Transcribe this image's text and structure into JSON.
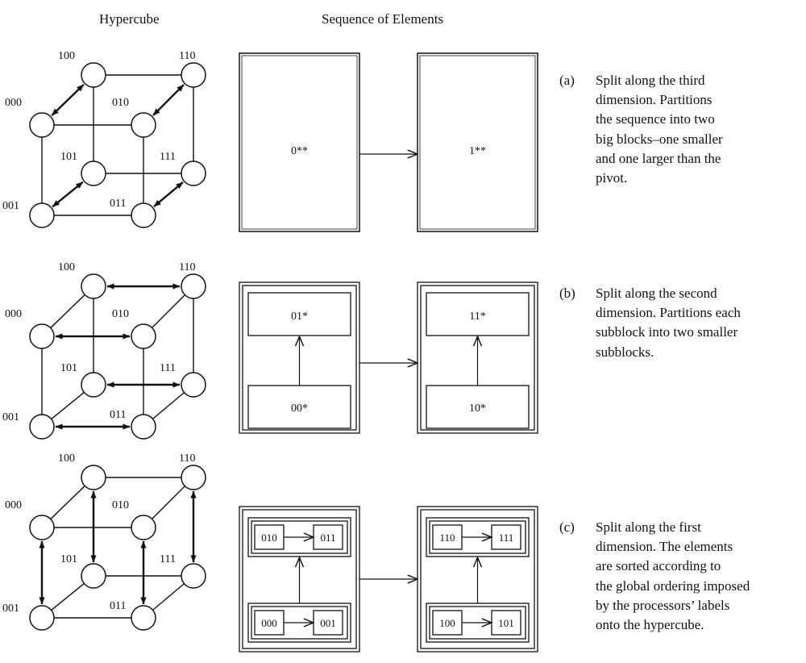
{
  "headers": {
    "hypercube": "Hypercube",
    "sequence": "Sequence of Elements"
  },
  "panels": [
    {
      "id": "a",
      "tag": "(a)",
      "description": [
        "Split along the third",
        "dimension. Partitions",
        "the sequence into two",
        "big blocks–one smaller",
        "and one larger than the",
        "pivot."
      ],
      "blocks": [
        "0**",
        "1**"
      ],
      "exchange_dimension": 3
    },
    {
      "id": "b",
      "tag": "(b)",
      "description": [
        "Split along the second",
        "dimension. Partitions each",
        "subblock into two smaller",
        "subblocks."
      ],
      "blocks": [
        {
          "upper": "01*",
          "lower": "00*"
        },
        {
          "upper": "11*",
          "lower": "10*"
        }
      ],
      "exchange_dimension": 2
    },
    {
      "id": "c",
      "tag": "(c)",
      "description": [
        "Split along the first",
        "dimension. The elements",
        "are sorted according to",
        "the global ordering imposed",
        "by the processors’ labels",
        "onto the hypercube."
      ],
      "blocks": [
        {
          "upper": [
            "010",
            "011"
          ],
          "lower": [
            "000",
            "001"
          ]
        },
        {
          "upper": [
            "110",
            "111"
          ],
          "lower": [
            "100",
            "101"
          ]
        }
      ],
      "exchange_dimension": 1
    }
  ],
  "node_labels": [
    "000",
    "001",
    "010",
    "011",
    "100",
    "101",
    "110",
    "111"
  ]
}
